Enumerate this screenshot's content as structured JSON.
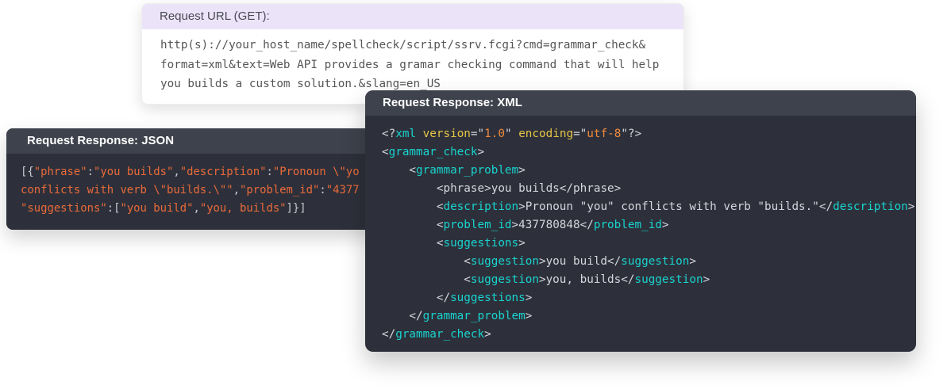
{
  "request_url": {
    "title": "Request URL (GET):",
    "lines": [
      "http(s)://your_host_name/spellcheck/script/ssrv.fcgi?cmd=grammar_check&",
      "format=xml&text=Web API provides a gramar checking command that will help",
      "you builds a custom solution.&slang=en_US"
    ]
  },
  "json_response": {
    "title": "Request Response: JSON",
    "lines": [
      {
        "indent": 0,
        "tokens": [
          [
            "g",
            "[{"
          ],
          [
            "j",
            "\"phrase\""
          ],
          [
            "g",
            ":"
          ],
          [
            "j",
            "\"you builds\""
          ],
          [
            "g",
            ","
          ],
          [
            "j",
            "\"description\""
          ],
          [
            "g",
            ":"
          ],
          [
            "j",
            "\"Pronoun \\\"yo"
          ]
        ]
      },
      {
        "indent": 0,
        "tokens": [
          [
            "j",
            "conflicts with verb \\\"builds.\\\"\""
          ],
          [
            "g",
            ","
          ],
          [
            "j",
            "\"problem_id\""
          ],
          [
            "g",
            ":"
          ],
          [
            "j",
            "\"4377"
          ]
        ]
      },
      {
        "indent": 0,
        "tokens": [
          [
            "j",
            "\"suggestions\""
          ],
          [
            "g",
            ":["
          ],
          [
            "j",
            "\"you build\""
          ],
          [
            "g",
            ","
          ],
          [
            "j",
            "\"you, builds\""
          ],
          [
            "g",
            "]}]"
          ]
        ]
      }
    ]
  },
  "xml_response": {
    "title": "Request Response: XML",
    "lines": [
      {
        "indent": 0,
        "tokens": [
          [
            "p",
            "<?"
          ],
          [
            "t",
            "xml"
          ],
          [
            "p",
            " "
          ],
          [
            "a",
            "version"
          ],
          [
            "p",
            "=\""
          ],
          [
            "s",
            "1.0"
          ],
          [
            "p",
            "\" "
          ],
          [
            "a",
            "encoding"
          ],
          [
            "p",
            "=\""
          ],
          [
            "s",
            "utf-8"
          ],
          [
            "p",
            "\"?>"
          ]
        ]
      },
      {
        "indent": 0,
        "tokens": [
          [
            "p",
            "<"
          ],
          [
            "t",
            "grammar_check"
          ],
          [
            "p",
            ">"
          ]
        ]
      },
      {
        "indent": 1,
        "tokens": [
          [
            "p",
            "<"
          ],
          [
            "t",
            "grammar_problem"
          ],
          [
            "p",
            ">"
          ]
        ]
      },
      {
        "indent": 2,
        "tokens": [
          [
            "p",
            "<phrase>you builds</phrase>"
          ]
        ]
      },
      {
        "indent": 2,
        "tokens": [
          [
            "p",
            "<"
          ],
          [
            "t",
            "description"
          ],
          [
            "p",
            ">Pronoun \"you\" conflicts with verb \"builds.\"</"
          ],
          [
            "t",
            "description"
          ],
          [
            "p",
            ">"
          ]
        ]
      },
      {
        "indent": 2,
        "tokens": [
          [
            "p",
            "<"
          ],
          [
            "t",
            "problem_id"
          ],
          [
            "p",
            ">437780848</"
          ],
          [
            "t",
            "problem_id"
          ],
          [
            "p",
            ">"
          ]
        ]
      },
      {
        "indent": 2,
        "tokens": [
          [
            "p",
            "<"
          ],
          [
            "t",
            "suggestions"
          ],
          [
            "p",
            ">"
          ]
        ]
      },
      {
        "indent": 3,
        "tokens": [
          [
            "p",
            "<"
          ],
          [
            "t",
            "suggestion"
          ],
          [
            "p",
            ">you build</"
          ],
          [
            "t",
            "suggestion"
          ],
          [
            "p",
            ">"
          ]
        ]
      },
      {
        "indent": 3,
        "tokens": [
          [
            "p",
            "<"
          ],
          [
            "t",
            "suggestion"
          ],
          [
            "p",
            ">you, builds</"
          ],
          [
            "t",
            "suggestion"
          ],
          [
            "p",
            ">"
          ]
        ]
      },
      {
        "indent": 2,
        "tokens": [
          [
            "p",
            "</"
          ],
          [
            "t",
            "suggestions"
          ],
          [
            "p",
            ">"
          ]
        ]
      },
      {
        "indent": 1,
        "tokens": [
          [
            "p",
            "</"
          ],
          [
            "t",
            "grammar_problem"
          ],
          [
            "p",
            ">"
          ]
        ]
      },
      {
        "indent": 0,
        "tokens": [
          [
            "p",
            "</"
          ],
          [
            "t",
            "grammar_check"
          ],
          [
            "p",
            ">"
          ]
        ]
      }
    ]
  },
  "colors": {
    "tag": "#19d3cf",
    "attribute": "#e6c447",
    "string": "#ef8a3c",
    "json_string": "#ea6a3a",
    "code_bg": "#2d303a",
    "header_bg": "#3e424c",
    "url_header_bg": "#ebe4f8"
  }
}
